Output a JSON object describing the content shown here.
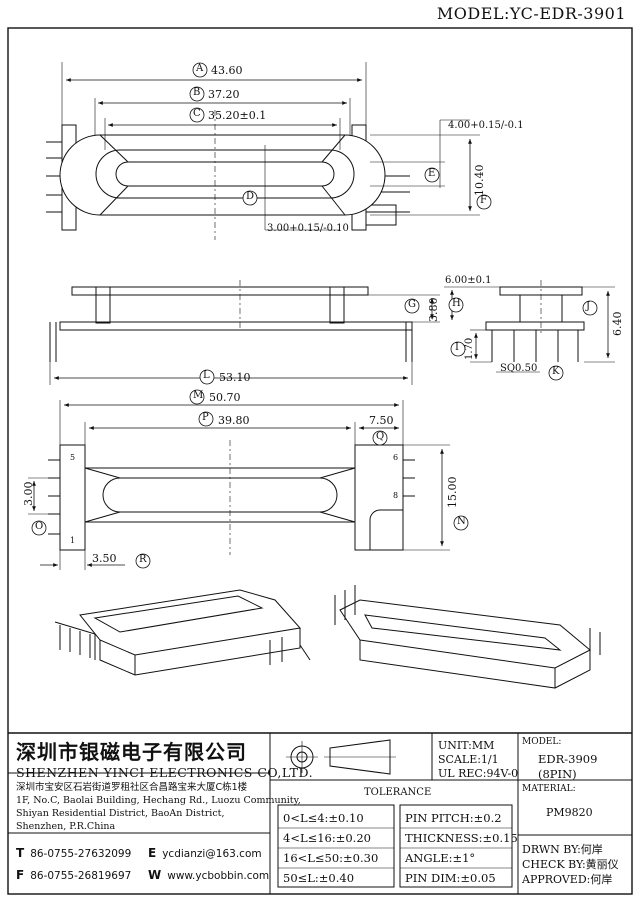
{
  "model_title": "MODEL:YC-EDR-3901",
  "dims": {
    "A": {
      "letter": "A",
      "value": "43.60"
    },
    "B": {
      "letter": "B",
      "value": "37.20"
    },
    "C": {
      "letter": "C",
      "value": "35.20±0.1"
    },
    "D": {
      "letter": "D"
    },
    "E": {
      "letter": "E",
      "value": "4.00+0.15/-0.1"
    },
    "F": {
      "letter": "F",
      "value": "10.40"
    },
    "G": {
      "letter": "G",
      "value": "3.80"
    },
    "H": {
      "letter": "H",
      "value": "6.00±0.1"
    },
    "I": {
      "letter": "I",
      "value": "1.70"
    },
    "J": {
      "letter": "J",
      "value": "6.40"
    },
    "K": {
      "letter": "K",
      "value": "SQ0.50"
    },
    "L": {
      "letter": "L",
      "value": "53.10"
    },
    "M": {
      "letter": "M",
      "value": "50.70"
    },
    "N": {
      "letter": "N",
      "value": "15.00"
    },
    "O": {
      "letter": "O",
      "value": "3.00"
    },
    "P": {
      "letter": "P",
      "value": "39.80"
    },
    "Q": {
      "letter": "Q",
      "value": "7.50"
    },
    "R": {
      "letter": "R",
      "value": "3.50"
    },
    "D_value": "3.00+0.15/-0.10"
  },
  "pins": [
    "5",
    "1",
    "6",
    "8"
  ],
  "company": {
    "name_cn": "深圳市银磁电子有限公司",
    "name_en": "SHENZHEN YINCI ELECTRONICS CO,LTD.",
    "addr_cn": "深圳市宝安区石岩街道罗租社区合昌路宝来大厦C栋1楼",
    "addr_en_1": "1F, No.C, Baolai Building, Hechang Rd., Luozu Community,",
    "addr_en_2": "Shiyan Residential District, BaoAn District,",
    "addr_en_3": "Shenzhen, P.R.China",
    "tel_label": "T",
    "tel": "86-0755-27632099",
    "fax_label": "F",
    "fax": "86-0755-26819697",
    "email_label": "E",
    "email": "ycdianzi@163.com",
    "web_label": "W",
    "web": "www.ycbobbin.com"
  },
  "specs": {
    "unit": "UNIT:MM",
    "scale": "SCALE:1/1",
    "ul": "UL REC:94V-0"
  },
  "model_block": {
    "label": "MODEL:",
    "value": "EDR-3909",
    "pins": "(8PIN)"
  },
  "material_block": {
    "label": "MATERIAL:",
    "value": "PM9820"
  },
  "tolerance": {
    "title": "TOLERANCE",
    "rows": [
      "0<L≤4:±0.10",
      "4<L≤16:±0.20",
      "16<L≤50:±0.30",
      "50≤L:±0.40"
    ],
    "right": [
      "PIN PITCH:±0.2",
      "THICKNESS:±0.15",
      "ANGLE:±1°",
      "PIN DIM:±0.05"
    ]
  },
  "signoff": {
    "drawn": "DRWN BY:何岸",
    "check": "CHECK BY:黄丽仪",
    "approved": "APPROVED:何岸"
  }
}
